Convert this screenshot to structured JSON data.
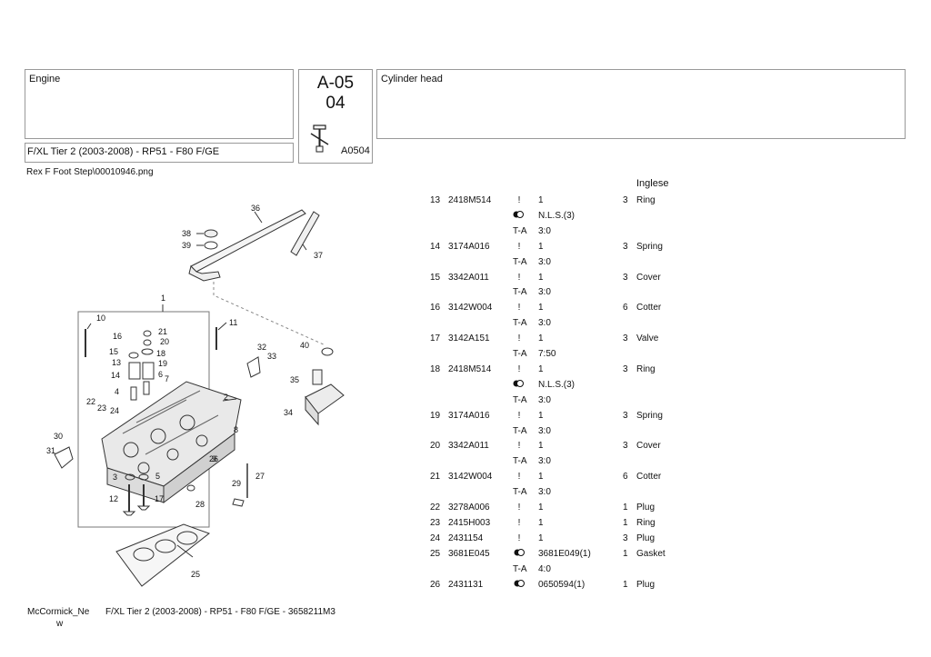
{
  "header": {
    "section": "Engine",
    "code_top": "A-05",
    "code_bottom": "04",
    "code_ref": "A0504",
    "title": "Cylinder head",
    "model": "F/XL Tier 2 (2003-2008) - RP51 - F80 F/GE"
  },
  "image_file": "Rex F Foot Step\\00010946.png",
  "language": "Inglese",
  "parts": [
    {
      "pos": "13",
      "part": "2418M514",
      "sym": "!",
      "qty_val": "1",
      "qty": "3",
      "desc": "Ring",
      "subs": [
        {
          "label": "",
          "icon": "nls",
          "value": "N.L.S.(3)"
        },
        {
          "label": "T-A",
          "value": "3:0"
        }
      ]
    },
    {
      "pos": "14",
      "part": "3174A016",
      "sym": "!",
      "qty_val": "1",
      "qty": "3",
      "desc": "Spring",
      "subs": [
        {
          "label": "T-A",
          "value": "3:0"
        }
      ]
    },
    {
      "pos": "15",
      "part": "3342A011",
      "sym": "!",
      "qty_val": "1",
      "qty": "3",
      "desc": "Cover",
      "subs": [
        {
          "label": "T-A",
          "value": "3:0"
        }
      ]
    },
    {
      "pos": "16",
      "part": "3142W004",
      "sym": "!",
      "qty_val": "1",
      "qty": "6",
      "desc": "Cotter",
      "subs": [
        {
          "label": "T-A",
          "value": "3:0"
        }
      ]
    },
    {
      "pos": "17",
      "part": "3142A151",
      "sym": "!",
      "qty_val": "1",
      "qty": "3",
      "desc": "Valve",
      "subs": [
        {
          "label": "T-A",
          "value": "7:50"
        }
      ]
    },
    {
      "pos": "18",
      "part": "2418M514",
      "sym": "!",
      "qty_val": "1",
      "qty": "3",
      "desc": "Ring",
      "subs": [
        {
          "label": "",
          "icon": "nls",
          "value": "N.L.S.(3)"
        },
        {
          "label": "T-A",
          "value": "3:0"
        }
      ]
    },
    {
      "pos": "19",
      "part": "3174A016",
      "sym": "!",
      "qty_val": "1",
      "qty": "3",
      "desc": "Spring",
      "subs": [
        {
          "label": "T-A",
          "value": "3:0"
        }
      ]
    },
    {
      "pos": "20",
      "part": "3342A011",
      "sym": "!",
      "qty_val": "1",
      "qty": "3",
      "desc": "Cover",
      "subs": [
        {
          "label": "T-A",
          "value": "3:0"
        }
      ]
    },
    {
      "pos": "21",
      "part": "3142W004",
      "sym": "!",
      "qty_val": "1",
      "qty": "6",
      "desc": "Cotter",
      "subs": [
        {
          "label": "T-A",
          "value": "3:0"
        }
      ]
    },
    {
      "pos": "22",
      "part": "3278A006",
      "sym": "!",
      "qty_val": "1",
      "qty": "1",
      "desc": "Plug",
      "subs": []
    },
    {
      "pos": "23",
      "part": "2415H003",
      "sym": "!",
      "qty_val": "1",
      "qty": "1",
      "desc": "Ring",
      "subs": []
    },
    {
      "pos": "24",
      "part": "2431154",
      "sym": "!",
      "qty_val": "1",
      "qty": "3",
      "desc": "Plug",
      "subs": []
    },
    {
      "pos": "25",
      "part": "3681E045",
      "sym": "nls",
      "qty_val": "3681E049(1)",
      "qty": "1",
      "desc": "Gasket",
      "subs": [
        {
          "label": "T-A",
          "value": "4:0"
        }
      ]
    },
    {
      "pos": "26",
      "part": "2431131",
      "sym": "nls",
      "qty_val": "0650594(1)",
      "qty": "1",
      "desc": "Plug",
      "subs": []
    }
  ],
  "callouts": [
    "1",
    "2",
    "3",
    "4",
    "5",
    "6",
    "7",
    "8",
    "9",
    "10",
    "11",
    "12",
    "13",
    "14",
    "15",
    "16",
    "17",
    "18",
    "19",
    "20",
    "21",
    "22",
    "23",
    "24",
    "25",
    "26",
    "27",
    "28",
    "29",
    "30",
    "31",
    "32",
    "33",
    "34",
    "35",
    "36",
    "37",
    "38",
    "39",
    "40"
  ],
  "footer": {
    "brand_line1": "McCormick_Ne",
    "brand_line2": "w",
    "doc": "F/XL Tier 2 (2003-2008) - RP51 - F80 F/GE - 3658211M3"
  }
}
